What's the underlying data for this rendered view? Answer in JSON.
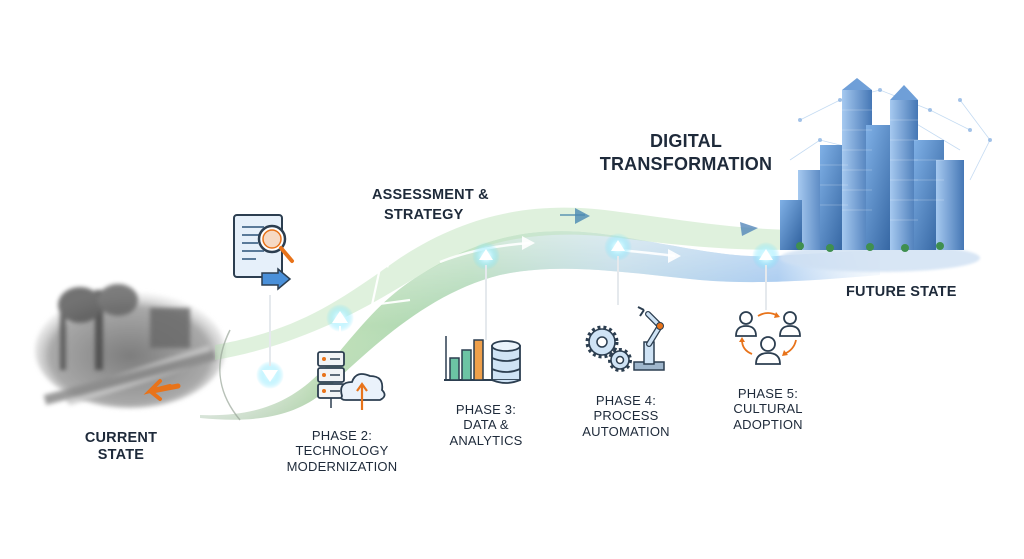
{
  "title": {
    "line1": "DIGITAL",
    "line2": "TRANSFORMATION"
  },
  "current_state": {
    "line1": "CURRENT",
    "line2": "STATE"
  },
  "future_state": "FUTURE STATE",
  "assessment": {
    "line1": "ASSESSMENT &",
    "line2": "STRATEGY"
  },
  "phases": [
    {
      "line1": "PHASE 2:",
      "line2": "TECHNOLOGY",
      "line3": "MODERNIZATION"
    },
    {
      "line1": "PHASE 3:",
      "line2": "DATA &",
      "line3": "ANALYTICS"
    },
    {
      "line1": "PHASE 4:",
      "line2": "PROCESS",
      "line3": "AUTOMATION"
    },
    {
      "line1": "PHASE 5:",
      "line2": "CULTURAL",
      "line3": "ADOPTION"
    }
  ],
  "icons": {
    "assessment": "document-magnifier-icon",
    "phase2": "server-cloud-icon",
    "phase3": "bar-chart-database-icon",
    "phase4": "robot-arm-gears-icon",
    "phase5": "people-cycle-icon",
    "current": "blurred-street-image",
    "future": "city-skyline-image"
  },
  "colors": {
    "path_green": "#8fc98a",
    "path_blue": "#8fb8e6",
    "arrow_orange": "#e8731a",
    "text": "#1e2a3a"
  }
}
